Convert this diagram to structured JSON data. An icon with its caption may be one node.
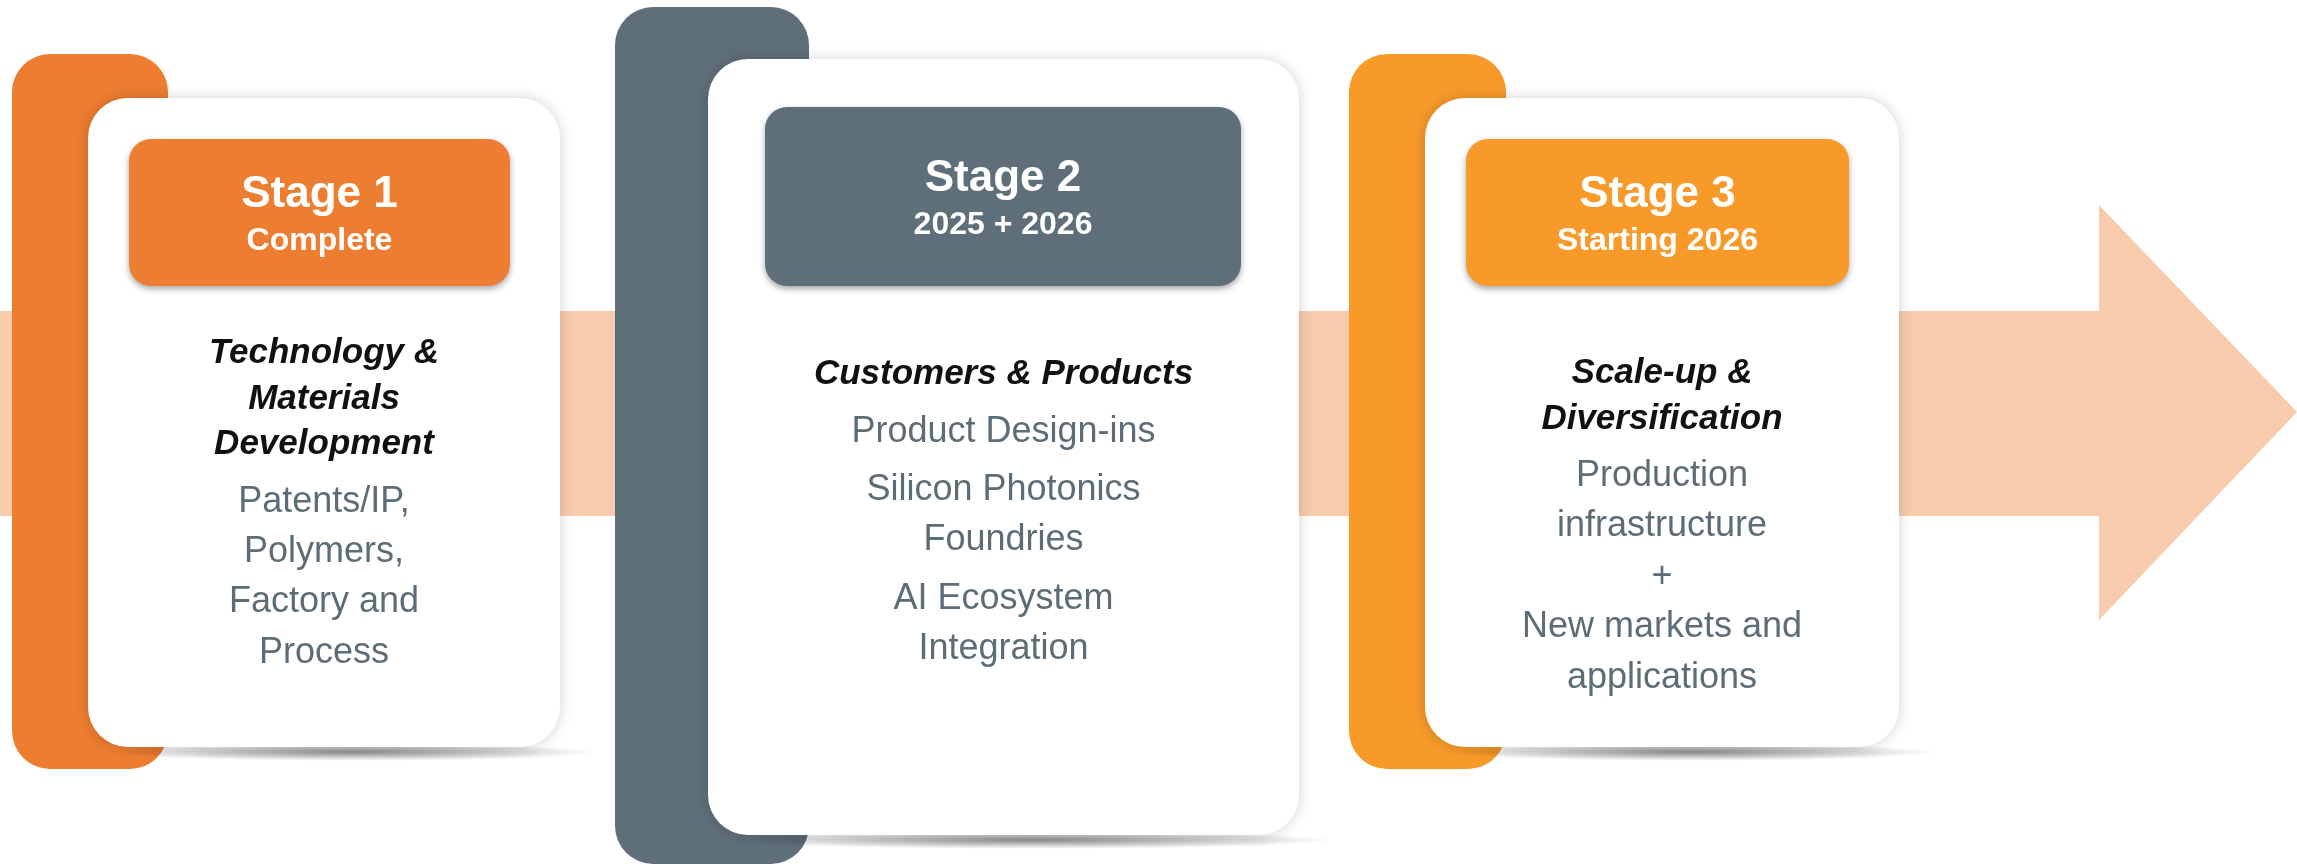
{
  "diagram": {
    "nodes": [
      {
        "text": [
          "Technology & Materials Development",
          "Patents/IP, Polymers, Factory and Process"
        ]
      },
      {
        "text": [
          "Stage 1",
          "Complete"
        ],
        "in": 0
      },
      {
        "text": [
          "Customers & Products",
          "Product Design-ins",
          "Silicon Photonics Foundries",
          "AI Ecosystem Integration"
        ]
      },
      {
        "text": [
          "Stage 2",
          "2025 + 2026"
        ],
        "in": 2
      },
      {
        "text": [
          "Scale-up & Diversification",
          "Production infrastructure",
          "+",
          "New markets and applications"
        ]
      },
      {
        "text": [
          "Stage 3",
          "Starting 2026"
        ],
        "in": 4
      }
    ]
  }
}
